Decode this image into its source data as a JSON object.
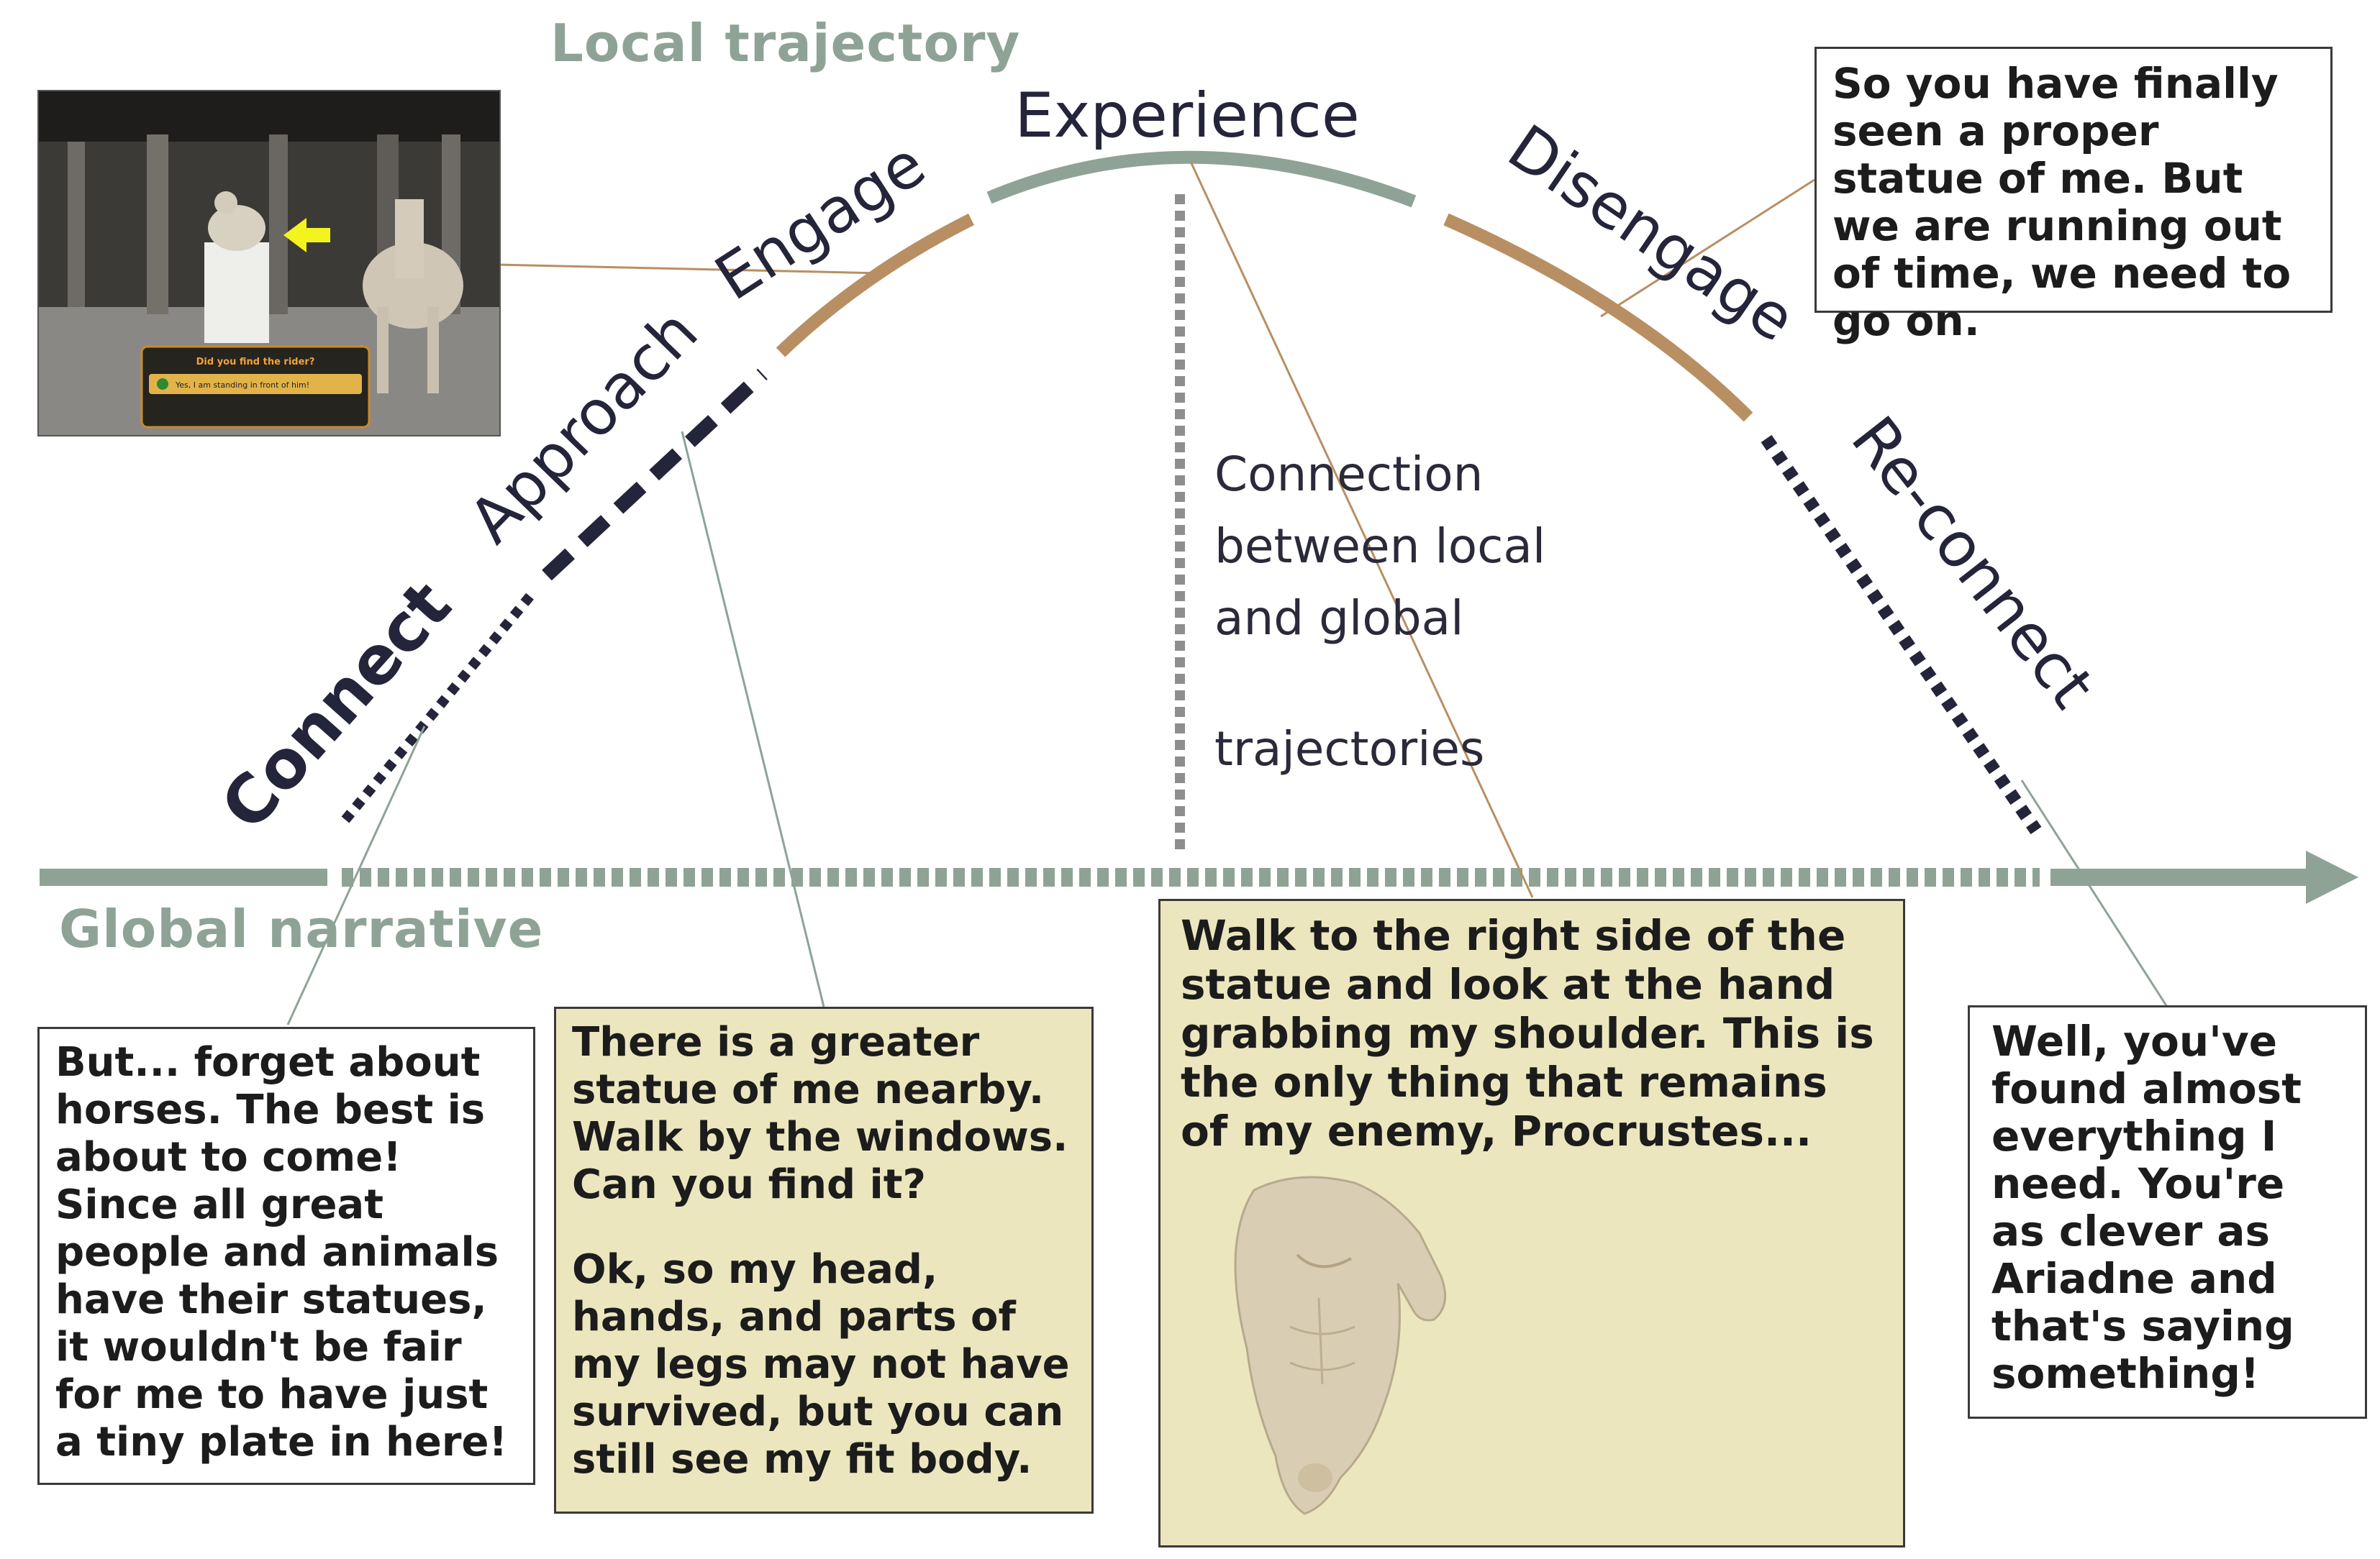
{
  "headings": {
    "local": "Local trajectory",
    "global": "Global narrative"
  },
  "stages": {
    "connect": "Connect",
    "approach": "Approach",
    "engage": "Engage",
    "experience": "Experience",
    "disengage": "Disengage",
    "reconnect": "Re-connect"
  },
  "connection_label": {
    "line1": "Connection",
    "line2": "between local",
    "line3": "and global",
    "line4": "trajectories"
  },
  "screenshot": {
    "question": "Did you find the rider?",
    "answer": "Yes, I am standing in front of him!"
  },
  "callouts": {
    "disengage_text": "So you have finally seen a proper statue of me. But we are running out of time, we need to go on.",
    "connect_text": "But... forget about horses. The best is about to come! Since all great people and animals have their statues, it wouldn't be fair for me to have just a tiny plate in here!",
    "approach_text_1": "There is a greater statue of me nearby. Walk by the windows. Can you find it?",
    "approach_text_2": "Ok, so my head, hands, and parts of my legs may not have survived, but you can still  see my fit body.",
    "experience_text": "Walk to the right side of the statue and look at the hand grabbing my shoulder. This is the only thing that remains of my enemy, Procrustes...",
    "reconnect_text": "Well, you've found almost everything I need. You're as clever as Ariadne and that's saying something!"
  },
  "colors": {
    "sage": "#8ea396",
    "brown": "#b88f63",
    "navy": "#24243a",
    "tan_box": "#ece6bf",
    "text_dark": "#1c1c1c"
  }
}
